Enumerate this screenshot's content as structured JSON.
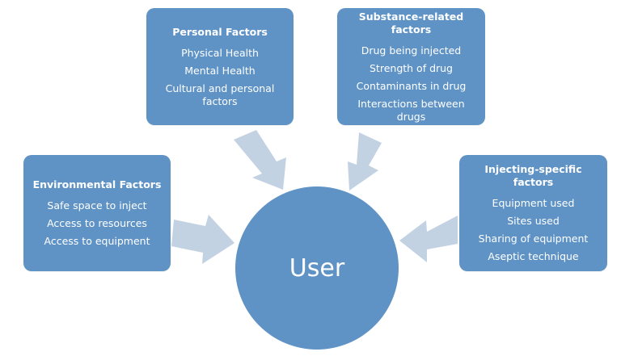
{
  "center": {
    "label": "User"
  },
  "boxes": {
    "personal": {
      "title": "Personal Factors",
      "items": [
        "Physical Health",
        "Mental Health",
        "Cultural and personal factors"
      ]
    },
    "substance": {
      "title": "Substance-related factors",
      "items": [
        "Drug being injected",
        "Strength of drug",
        "Contaminants in drug",
        "Interactions between drugs"
      ]
    },
    "environmental": {
      "title": "Environmental Factors",
      "items": [
        "Safe space to inject",
        "Access to resources",
        "Access to equipment"
      ]
    },
    "injecting": {
      "title": "Injecting-specific factors",
      "items": [
        "Equipment used",
        "Sites used",
        "Sharing of equipment",
        "Aseptic technique"
      ]
    }
  },
  "colors": {
    "box": "#5f93c6",
    "arrow": "#c2d2e3",
    "text": "#ffffff"
  }
}
